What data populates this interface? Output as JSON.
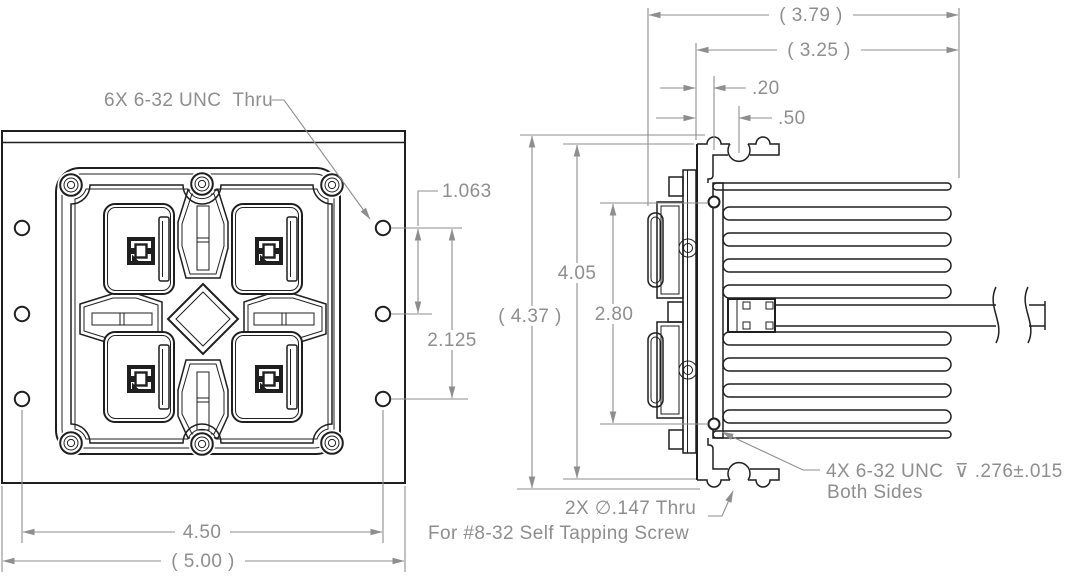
{
  "front_view": {
    "note_holes": "6X 6-32 UNC  Thru",
    "dim_row_spacing": "1.063",
    "dim_row_span": "2.125",
    "dim_hole_span": "4.50",
    "dim_overall_width": "( 5.00 )"
  },
  "side_view": {
    "dim_overall_depth": "( 3.79 )",
    "dim_fin_depth": "( 3.25 )",
    "dim_face_step": ".20",
    "dim_boss_offset": ".50",
    "dim_body_height": "4.05",
    "dim_overall_height": "( 4.37 )",
    "dim_hole_spacing": "2.80",
    "note_side_holes_1": "4X 6-32 UNC  ⊽ .276±.015",
    "note_side_holes_2": "Both Sides",
    "note_foot_holes_1": "2X ∅.147 Thru",
    "note_foot_holes_2": "For #8-32 Self Tapping Screw"
  },
  "colors": {
    "geometry": "#1f1f1f",
    "dimensions": "#8e8e8e",
    "background": "#ffffff"
  }
}
